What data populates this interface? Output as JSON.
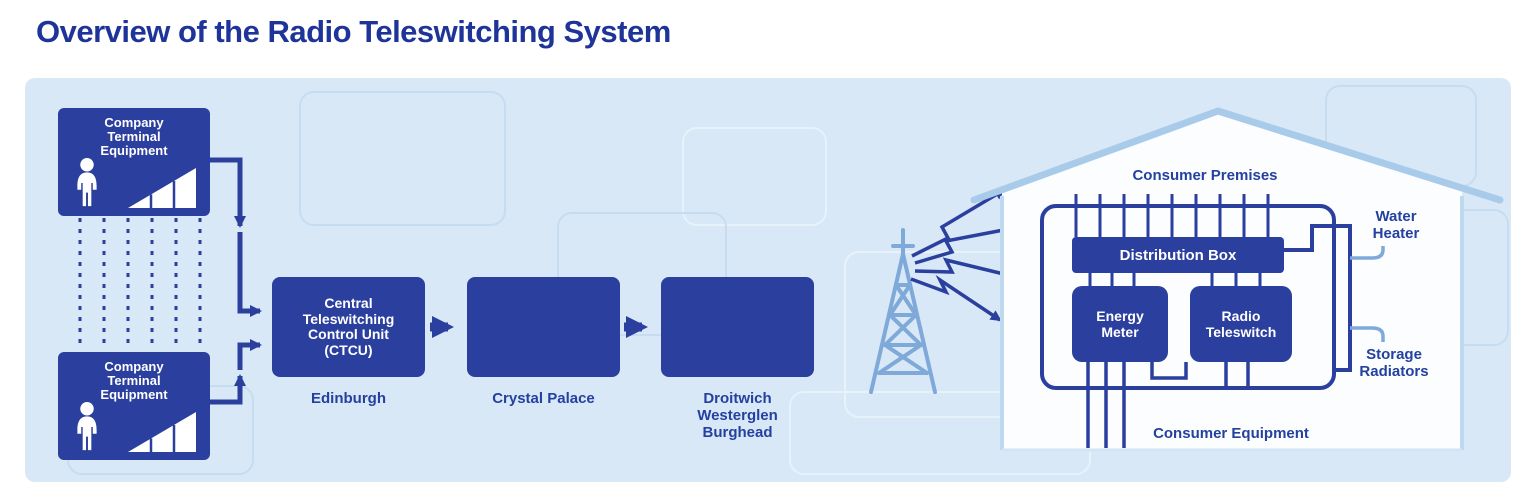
{
  "title": "Overview of the Radio Teleswitching System",
  "palette": {
    "primary_blue": "#2b3f9e",
    "title_blue": "#1e3499",
    "panel_blue": "#d9e8f7",
    "light_blue": "#7fa9d8",
    "house_stroke": "#a9cbea",
    "white": "#ffffff"
  },
  "nodes": {
    "company_terminal_top": {
      "label": "Company\nTerminal\nEquipment"
    },
    "company_terminal_bottom": {
      "label": "Company\nTerminal\nEquipment"
    },
    "ctcu": {
      "label": "Central\nTeleswitching\nControl Unit\n(CTCU)",
      "caption": "Edinburgh"
    },
    "transmitter_1": {
      "caption": "Crystal Palace"
    },
    "transmitter_2": {
      "caption": "Droitwich\nWesterglen\nBurghead"
    }
  },
  "premises": {
    "title": "Consumer Premises",
    "distribution_box": "Distribution Box",
    "energy_meter": "Energy\nMeter",
    "radio_teleswitch": "Radio\nTeleswitch",
    "water_heater": "Water\nHeater",
    "storage_radiators": "Storage\nRadiators",
    "consumer_equipment": "Consumer Equipment"
  },
  "icons": {
    "company_terminal": [
      "person-icon",
      "wedge-icon"
    ],
    "transmission": "radio-tower-icon",
    "signal": "radio-signal-arrow-icon",
    "premises": "house-icon"
  }
}
